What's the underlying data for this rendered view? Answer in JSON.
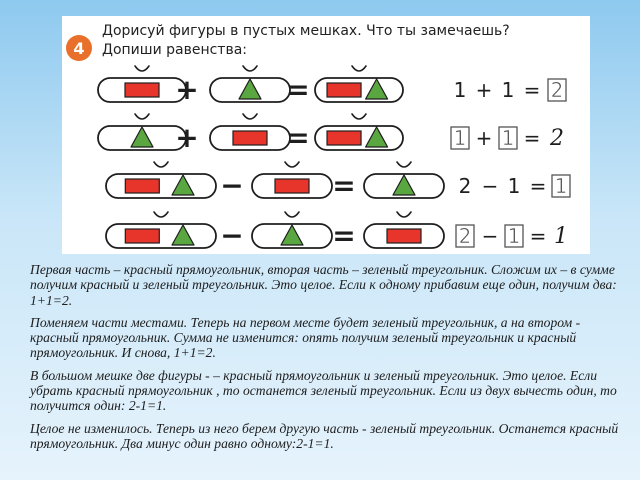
{
  "exercise": {
    "number": "4",
    "title_line1": "Дорисуй фигуры в пустых мешках. Что ты замечаешь?",
    "title_line2": "Допиши равенства:",
    "colors": {
      "red": "#e8352b",
      "green": "#5aa640",
      "outline": "#1e1e1e",
      "digit_box": "#555555",
      "handwriting": "#1a1a1a"
    },
    "rows": [
      {
        "op": "+",
        "bags": [
          [
            "red"
          ],
          [
            "green"
          ],
          [
            "red",
            "green"
          ]
        ],
        "equation": [
          "1",
          "+",
          "1",
          "=",
          "2"
        ],
        "boxed": [
          false,
          false,
          false,
          false,
          true
        ],
        "handwritten": [
          false,
          false,
          false,
          false,
          false
        ]
      },
      {
        "op": "+",
        "bags": [
          [
            "green"
          ],
          [
            "red"
          ],
          [
            "red",
            "green"
          ]
        ],
        "equation": [
          "1",
          "+",
          "1",
          "=",
          "2"
        ],
        "boxed": [
          true,
          false,
          true,
          false,
          false
        ],
        "handwritten": [
          false,
          false,
          false,
          false,
          true
        ]
      },
      {
        "op": "−",
        "bags": [
          [
            "red",
            "green"
          ],
          [
            "red"
          ],
          [
            "green"
          ]
        ],
        "equation": [
          "2",
          "−",
          "1",
          "=",
          "1"
        ],
        "boxed": [
          false,
          false,
          false,
          false,
          true
        ],
        "handwritten": [
          false,
          false,
          false,
          false,
          false
        ]
      },
      {
        "op": "−",
        "bags": [
          [
            "red",
            "green"
          ],
          [
            "green"
          ],
          [
            "red"
          ]
        ],
        "equation": [
          "2",
          "−",
          "1",
          "=",
          "1"
        ],
        "boxed": [
          true,
          false,
          true,
          false,
          false
        ],
        "handwritten": [
          false,
          false,
          false,
          false,
          true
        ]
      }
    ]
  },
  "paragraphs": [
    "Первая часть – красный прямоугольник, вторая часть – зеленый треугольник. Сложим их – в сумме получим красный и зеленый треугольник. Это целое. Если к одному прибавим еще один, получим два: 1+1=2.",
    "Поменяем части местами. Теперь на первом месте будет зеленый треугольник, а на втором - красный прямоугольник. Сумма не изменится: опять получим зеленый треугольник и красный прямоугольник. И снова, 1+1=2.",
    "В большом мешке две фигуры - – красный прямоугольник и зеленый треугольник. Это целое. Если убрать красный прямоугольник , то останется зеленый треугольник. Если из двух вычесть один, то получится один: 2-1=1.",
    "Целое не изменилось. Теперь из него берем другую часть - зеленый треугольник. Останется красный прямоугольник. Два минус один  равно одному:2-1=1."
  ]
}
